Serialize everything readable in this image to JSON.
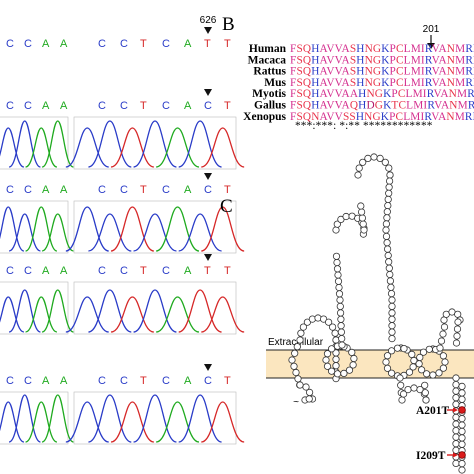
{
  "panel_a": {
    "rows": [
      {
        "left_bases": [
          "C",
          "C",
          "A",
          "A"
        ],
        "right_bases": [
          "C",
          "C",
          "T",
          "C",
          "A",
          "T",
          "T"
        ],
        "marker_label": "626",
        "has_trace": false
      },
      {
        "left_bases": [
          "C",
          "C",
          "A",
          "A"
        ],
        "right_bases": [
          "C",
          "C",
          "T",
          "C",
          "A",
          "C",
          "T"
        ],
        "marker_label": "",
        "has_trace": true
      },
      {
        "left_bases": [
          "C",
          "C",
          "A",
          "A"
        ],
        "right_bases": [
          "C",
          "C",
          "T",
          "C",
          "A",
          "C",
          "T"
        ],
        "marker_label": "",
        "has_trace": true
      },
      {
        "left_bases": [
          "C",
          "C",
          "A",
          "A"
        ],
        "right_bases": [
          "C",
          "C",
          "T",
          "C",
          "A",
          "T",
          "T"
        ],
        "marker_label": "",
        "has_trace": true
      },
      {
        "left_bases": [
          "C",
          "C",
          "A",
          "A"
        ],
        "right_bases": [
          "C",
          "C",
          "T",
          "C",
          "A",
          "C",
          "T"
        ],
        "marker_label": "",
        "has_trace": true
      }
    ],
    "base_colors": {
      "A": "#1faa1f",
      "C": "#2a3cc8",
      "T": "#d62828",
      "G": "#111111"
    }
  },
  "panel_b": {
    "label": "B",
    "position_label": "201",
    "species": [
      "Human",
      "Macaca",
      "Rattus",
      "Mus",
      "Myotis",
      "Gallus",
      "Xenopus"
    ],
    "sequences": [
      "FSQHAVVASHNGKPCLMIRVANMRKSI",
      "FSQHAVVASHNGKPCLMIRVANMRKSI",
      "FSQHAVVASHNGKPCLMIRVANMRKSI",
      "FSQHAVVASHNGKPCLMIRVANMRKSI",
      "FSQHAVVAAHNGKPCLMIRVANMRKSI",
      "FSQHAVVAQHDGKTCLMIRVANMRKSI",
      "FSQNAVVSSHNGKPCLMIRVANMRKSI"
    ],
    "conservation": "***:***: *:** ************",
    "colors": {
      "hydrophobic": "#d42f8f",
      "polar": "#e8324a",
      "basic": "#2a3cc8",
      "acidic": "#b0186a"
    }
  },
  "panel_c": {
    "label": "C",
    "region_label": "Extracellular",
    "membrane_color": "#fbe6bf",
    "mutations": [
      "A201T",
      "I209T"
    ],
    "mutation_color": "#d91a1a"
  }
}
